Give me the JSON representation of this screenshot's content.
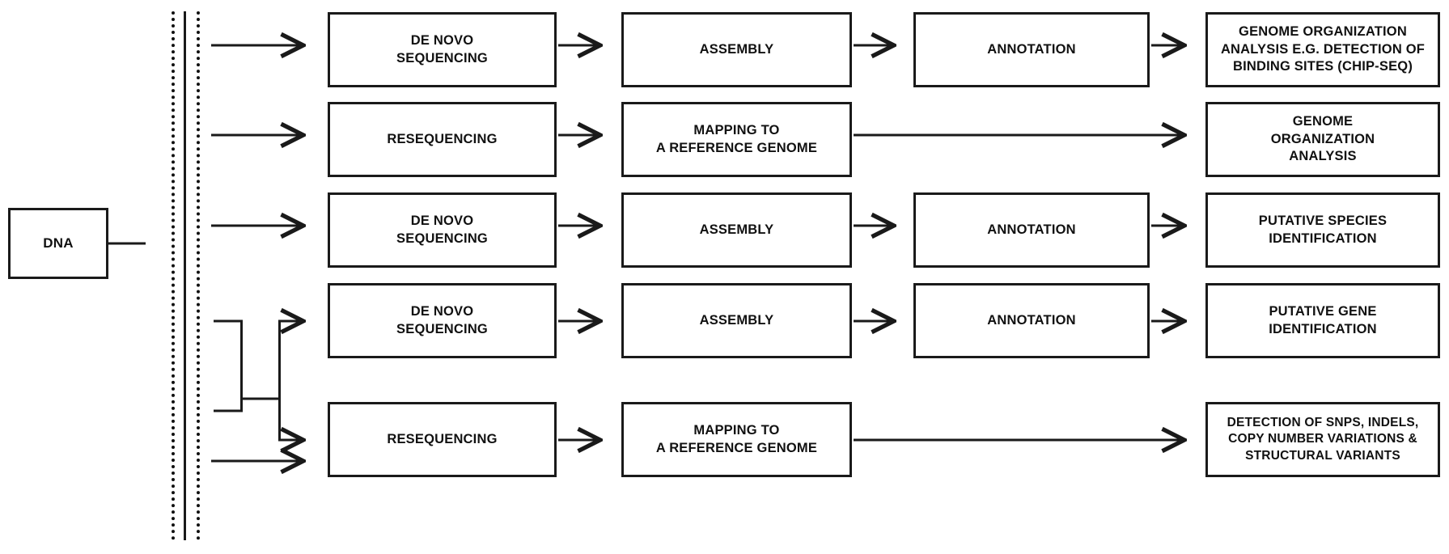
{
  "diagram": {
    "title": "DNA sequencing workflow flowchart",
    "source_node": {
      "label": "DNA"
    },
    "column_headers": [],
    "separator": {
      "name": "sample-split-separator",
      "style": "dotted-solid-dotted vertical rules"
    },
    "rows": [
      {
        "id": "row-1",
        "steps": [
          {
            "label": "DE NOVO\nSEQUENCING"
          },
          {
            "label": "ASSEMBLY"
          },
          {
            "label": "ANNOTATION"
          },
          {
            "label": "GENOME ORGANIZATION\nANALYSIS E.G. DETECTION OF\nBINDING SITES (CHIP-SEQ)"
          }
        ]
      },
      {
        "id": "row-2",
        "steps": [
          {
            "label": "RESEQUENCING"
          },
          {
            "label": "MAPPING TO\nA REFERENCE GENOME"
          },
          {
            "label": "GENOME\nORGANIZATION\nANALYSIS"
          }
        ]
      },
      {
        "id": "row-3",
        "steps": [
          {
            "label": "DE NOVO\nSEQUENCING"
          },
          {
            "label": "ASSEMBLY"
          },
          {
            "label": "ANNOTATION"
          },
          {
            "label": "PUTATIVE SPECIES\nIDENTIFICATION"
          }
        ]
      },
      {
        "id": "row-4",
        "steps": [
          {
            "label": "DE NOVO\nSEQUENCING"
          },
          {
            "label": "ASSEMBLY"
          },
          {
            "label": "ANNOTATION"
          },
          {
            "label": "PUTATIVE GENE\nIDENTIFICATION"
          }
        ]
      },
      {
        "id": "row-5",
        "steps": [
          {
            "label": "RESEQUENCING"
          },
          {
            "label": "MAPPING TO\nA REFERENCE GENOME"
          },
          {
            "label": "DETECTION OF SNPS, INDELS,\nCOPY NUMBER VARIATIONS &\nSTRUCTURAL VARIANTS"
          }
        ]
      }
    ],
    "colors": {
      "stroke": "#1a1a1a",
      "background": "#ffffff",
      "text": "#111111"
    }
  }
}
